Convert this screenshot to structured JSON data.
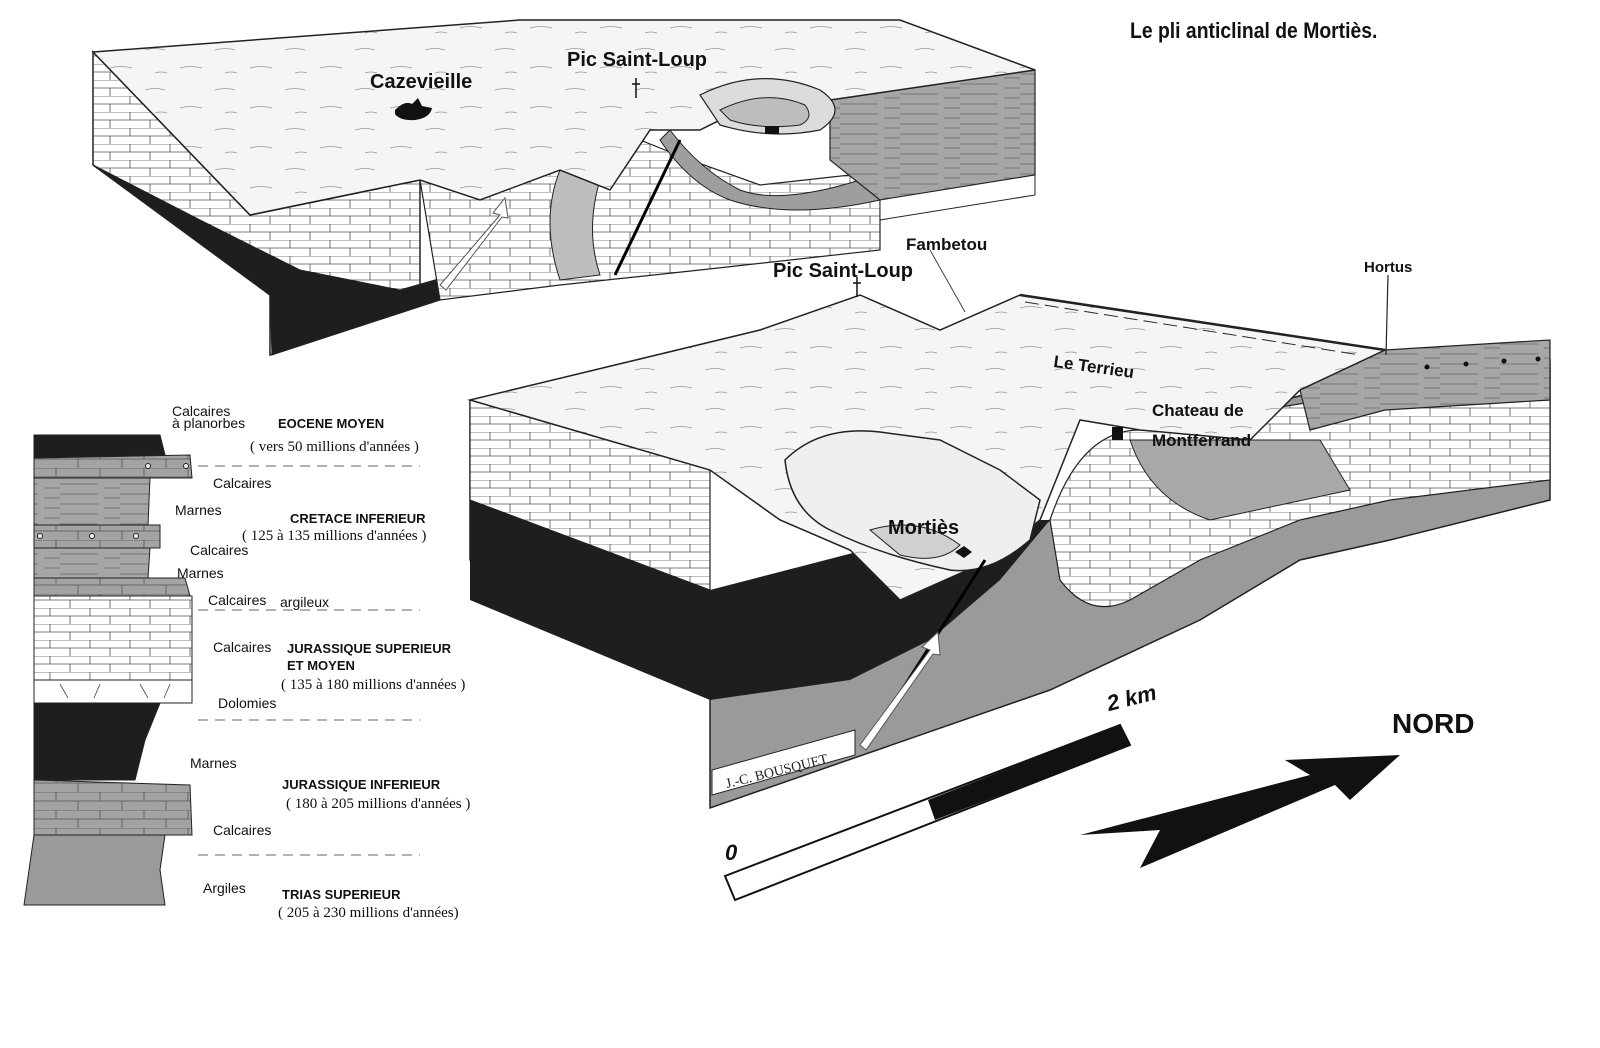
{
  "title": "Le pli anticlinal de Mortiès.",
  "upper_block": {
    "village": "Cazevieille",
    "peak": "Pic Saint-Loup"
  },
  "lower_block": {
    "peak": "Pic Saint-Loup",
    "place_1": "Fambetou",
    "place_2": "Hortus",
    "place_3": "Le Terrieu",
    "castle_line1": "Chateau de",
    "castle_line2": "Montferrand",
    "village": "Mortiès",
    "signature": "J.-C. BOUSQUET"
  },
  "scale": {
    "zero": "0",
    "max": "2 km"
  },
  "north": "NORD",
  "column": {
    "lithology": {
      "calcaires_planorbes_1": "Calcaires",
      "calcaires_planorbes_2": "à planorbes",
      "calcaires_1": "Calcaires",
      "marnes_1": "Marnes",
      "calcaires_2": "Calcaires",
      "marnes_2": "Marnes",
      "calcaires_argileux_1": "Calcaires",
      "calcaires_argileux_2": "argileux",
      "calcaires_3": "Calcaires",
      "dolomies": "Dolomies",
      "marnes_3": "Marnes",
      "calcaires_4": "Calcaires",
      "argiles": "Argiles"
    },
    "ages": {
      "eocene": "EOCENE MOYEN",
      "eocene_date": "( vers 50 millions d'années )",
      "cretace": "CRETACE INFERIEUR",
      "cretace_date": "( 125 à 135 millions d'années )",
      "jur_sup_1": "JURASSIQUE SUPERIEUR",
      "jur_sup_2": "ET MOYEN",
      "jur_sup_date": "( 135 à 180 millions d'années )",
      "jur_inf": "JURASSIQUE INFERIEUR",
      "jur_inf_date": "( 180 à 205 millions d'années )",
      "trias": "TRIAS SUPERIEUR",
      "trias_date": "( 205 à 230 millions d'années)"
    }
  },
  "colors": {
    "dark": "#1e1e1e",
    "medium": "#9a9a9a",
    "light": "#e6e6e6",
    "surface": "#f4f4f4"
  }
}
